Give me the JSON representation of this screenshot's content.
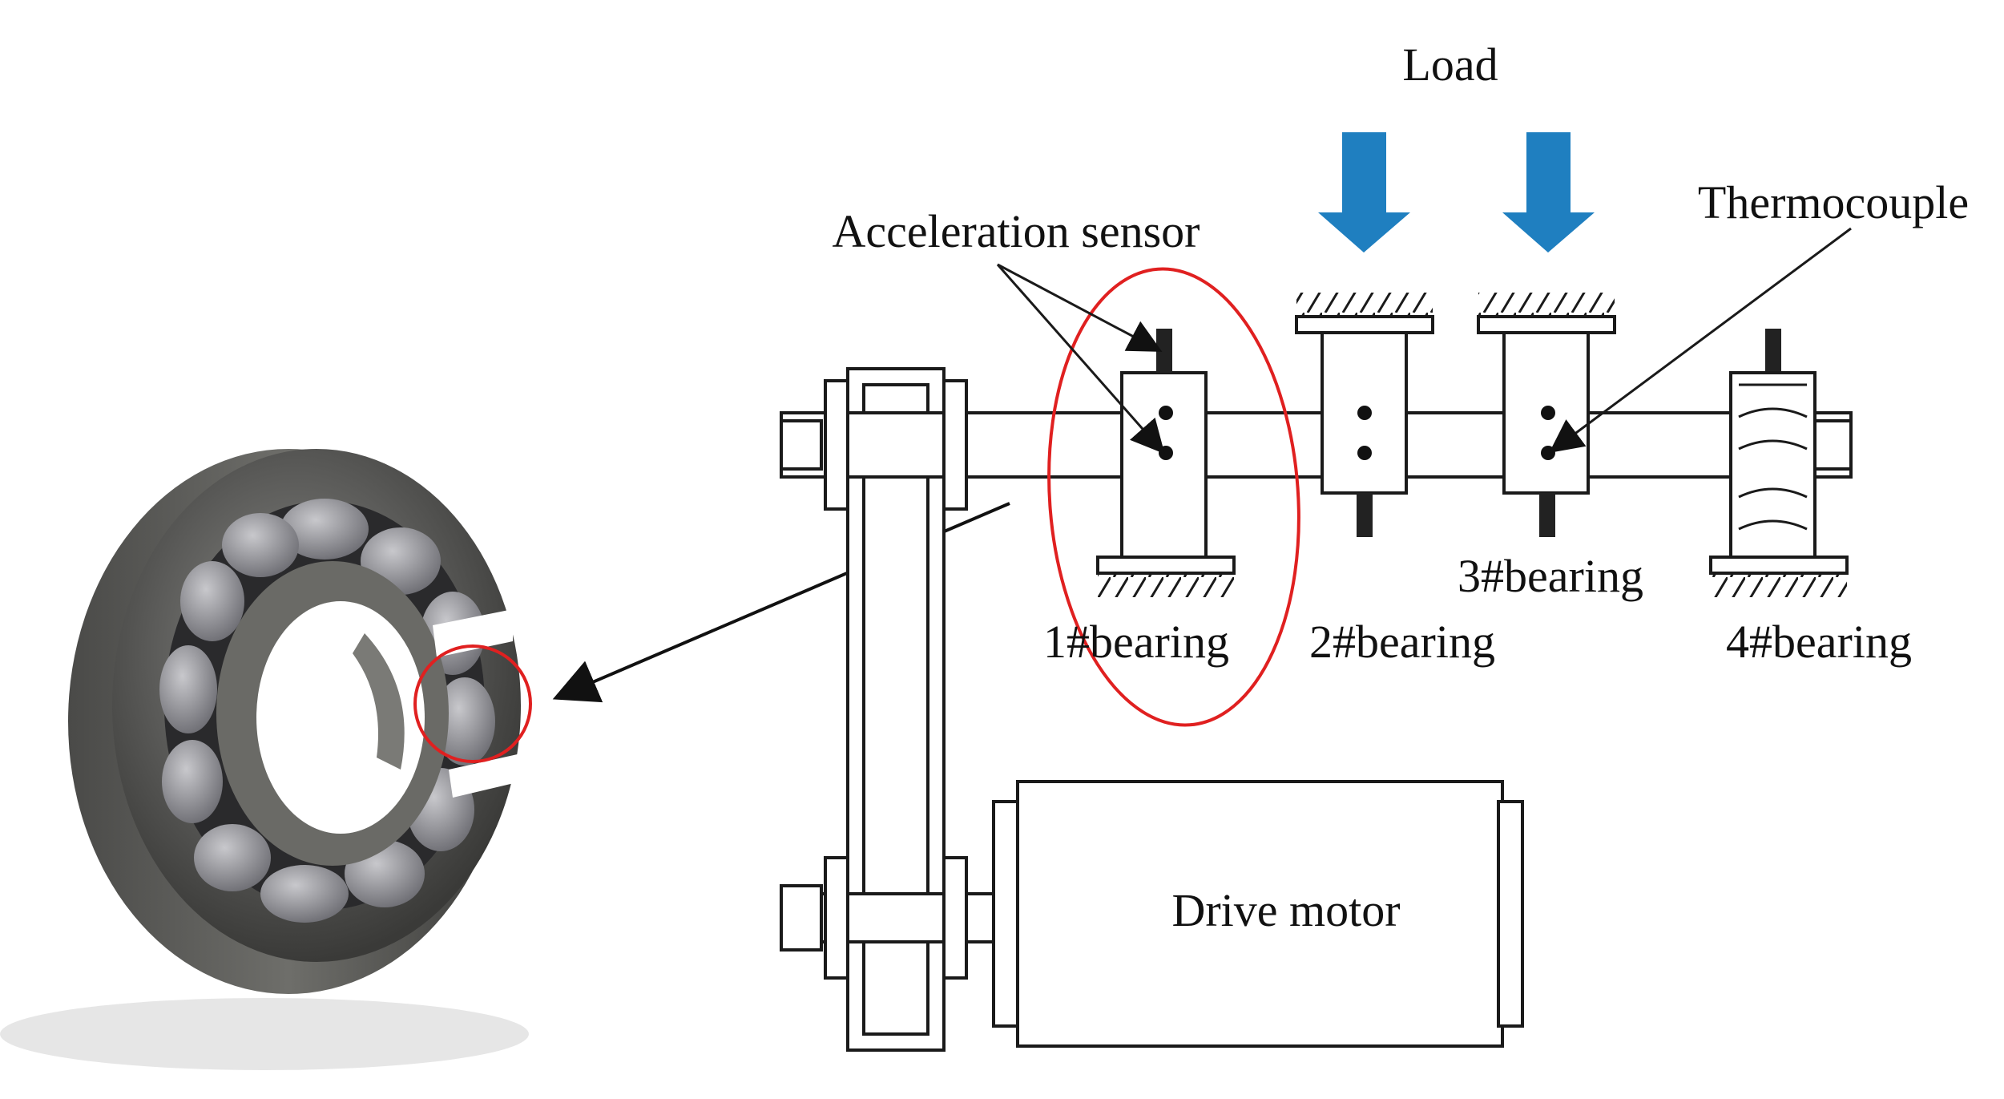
{
  "labels": {
    "load": "Load",
    "acceleration_sensor": "Acceleration sensor",
    "thermocouple": "Thermocouple",
    "bearing_1": "1#bearing",
    "bearing_2": "2#bearing",
    "bearing_3": "3#bearing",
    "bearing_4": "4#bearing",
    "drive_motor": "Drive motor"
  },
  "colors": {
    "load_arrow": "#1f7fc0",
    "highlight": "#e02020",
    "bearing_body": "#5a5a58",
    "line": "#1a1a1a"
  }
}
